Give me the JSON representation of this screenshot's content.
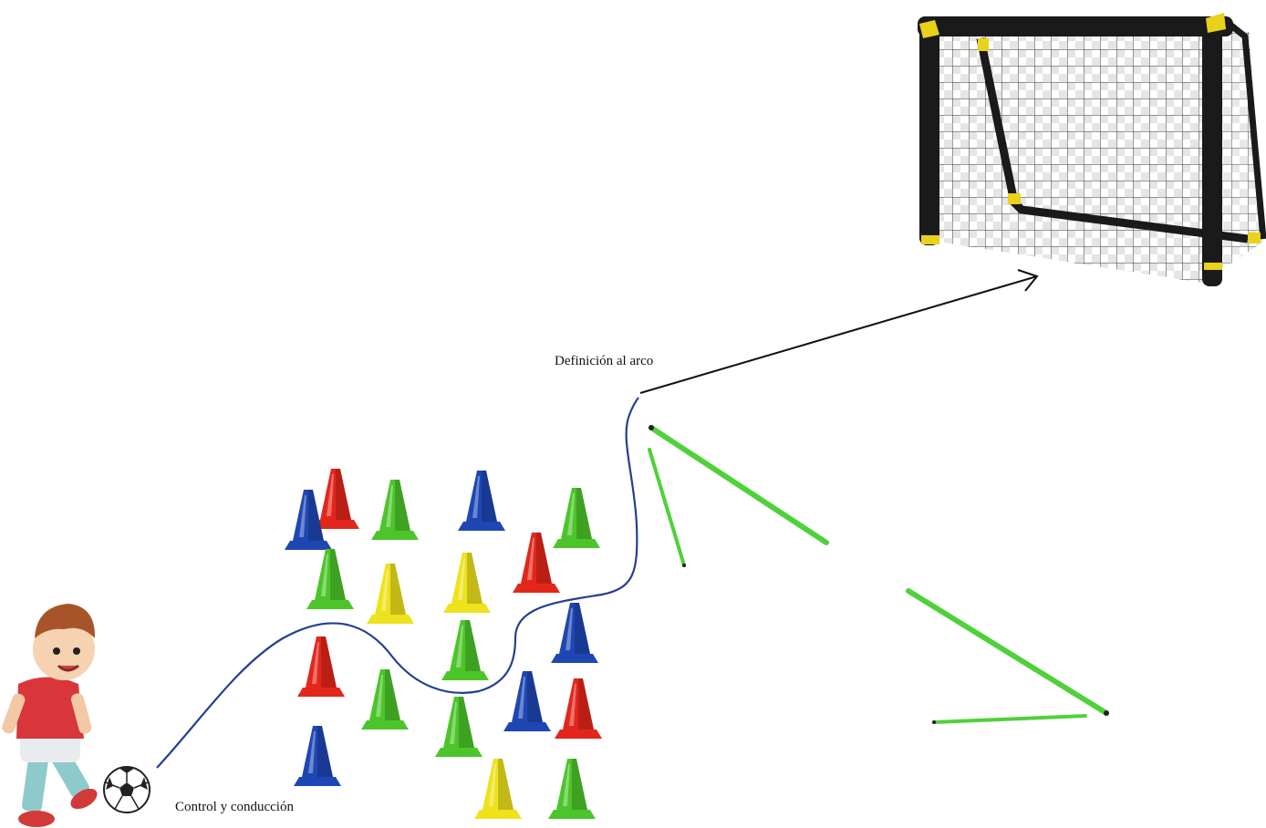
{
  "labels": {
    "definition": "Definición al arco",
    "control": "Control y conducción"
  },
  "colors": {
    "path": "#23408e",
    "arrow": "#111111",
    "goal_frame": "#1a1a1a",
    "goal_accent": "#e8d21a",
    "pole": "#4fd13a",
    "cone_red": "#e3261c",
    "cone_blue": "#1f47b4",
    "cone_green": "#4cc52a",
    "cone_yellow": "#ede21c"
  },
  "icons": [
    "soccer-goal-icon",
    "player-icon",
    "soccer-ball-icon",
    "cone-icon",
    "agility-pole-icon"
  ],
  "cones": [
    {
      "color": "red"
    },
    {
      "color": "blue"
    },
    {
      "color": "green"
    },
    {
      "color": "blue"
    },
    {
      "color": "green"
    },
    {
      "color": "red"
    },
    {
      "color": "green"
    },
    {
      "color": "yellow"
    },
    {
      "color": "yellow"
    },
    {
      "color": "blue"
    },
    {
      "color": "green"
    },
    {
      "color": "red"
    },
    {
      "color": "green"
    },
    {
      "color": "green"
    },
    {
      "color": "blue"
    },
    {
      "color": "red"
    },
    {
      "color": "blue"
    },
    {
      "color": "yellow"
    },
    {
      "color": "green"
    }
  ]
}
